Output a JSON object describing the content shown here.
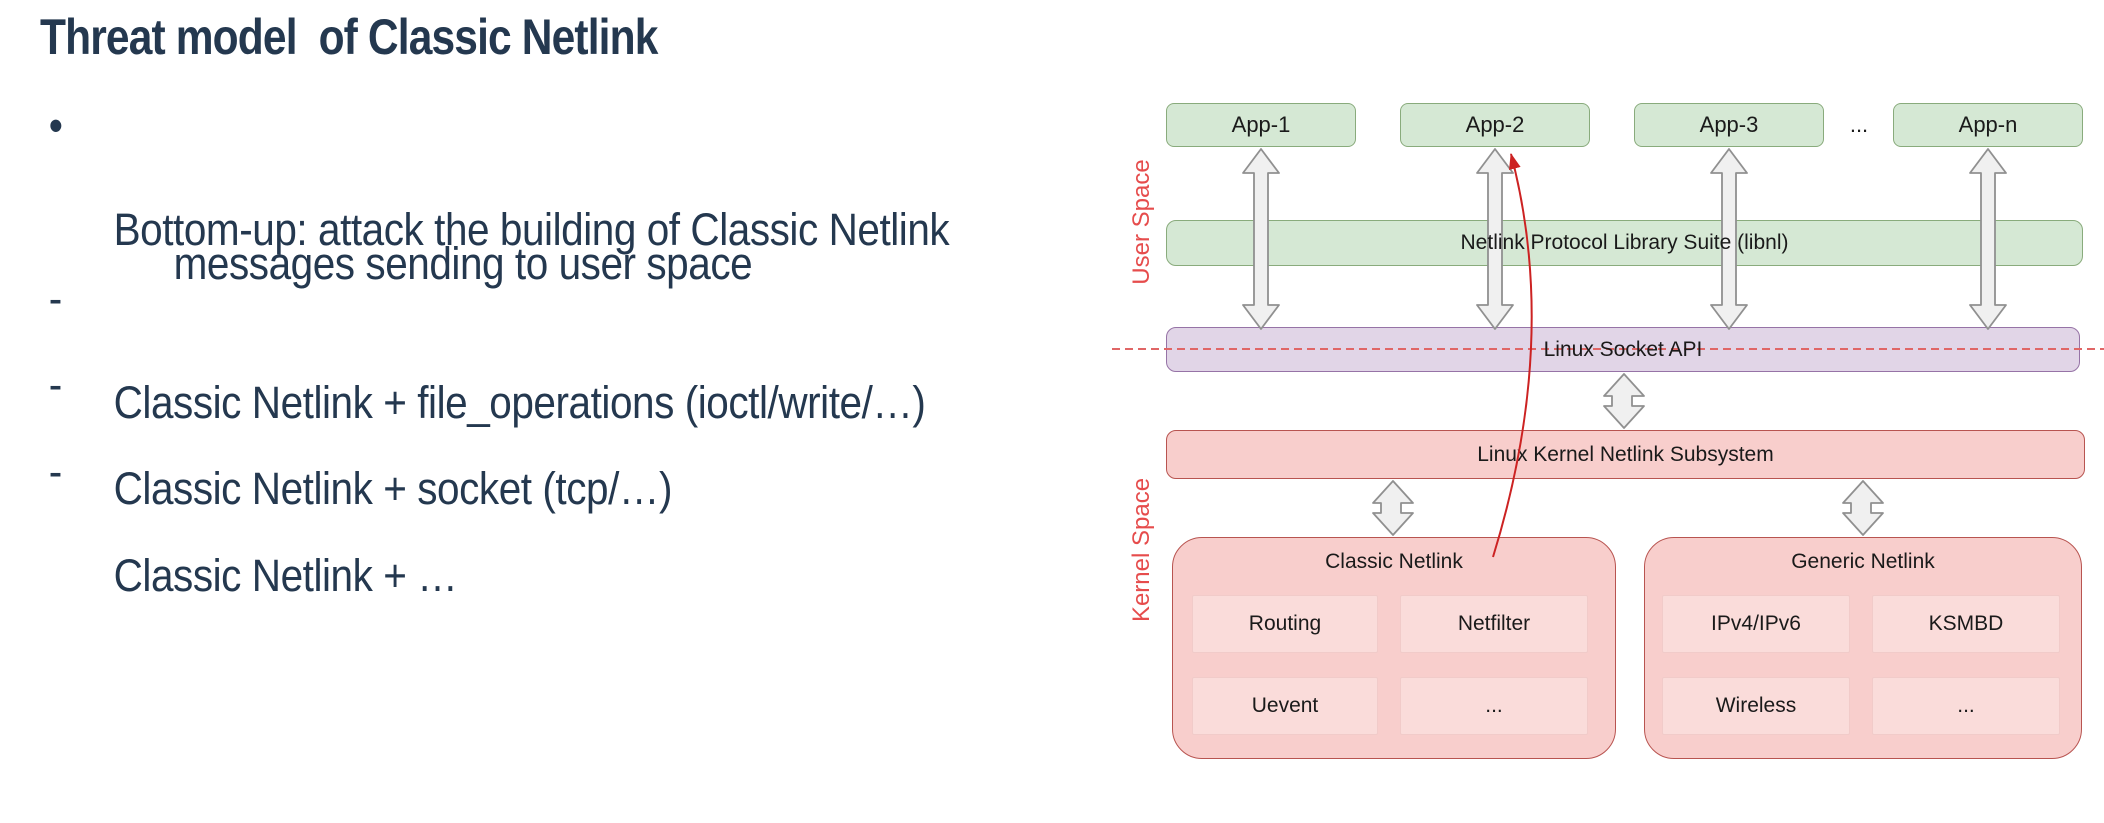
{
  "slide": {
    "title": "Threat model  of Classic Netlink",
    "bullets": [
      {
        "marker": "•",
        "text": "Bottom-up: attack the building of Classic Netlink"
      },
      {
        "marker": "",
        "text": "messages sending to user space"
      },
      {
        "marker": "-",
        "text": "Classic Netlink + file_operations (ioctl/write/…)"
      },
      {
        "marker": "-",
        "text": "Classic Netlink + socket (tcp/…)"
      },
      {
        "marker": "-",
        "text": "Classic Netlink + …"
      }
    ]
  },
  "diagram": {
    "labels": {
      "user_space": "User Space",
      "kernel_space": "Kernel Space"
    },
    "apps": {
      "app1": "App-1",
      "app2": "App-2",
      "app3": "App-3",
      "ellipsis": "...",
      "appn": "App-n"
    },
    "bands": {
      "libnl": "Netlink Protocol Library Suite (libnl)",
      "socket_api": "Linux Socket API",
      "subsystem": "Linux Kernel Netlink Subsystem"
    },
    "classic": {
      "title": "Classic Netlink",
      "item1": "Routing",
      "item2": "Netfilter",
      "item3": "Uevent",
      "item4": "..."
    },
    "generic": {
      "title": "Generic Netlink",
      "item1": "IPv4/IPv6",
      "item2": "KSMBD",
      "item3": "Wireless",
      "item4": "..."
    }
  },
  "colors": {
    "text-dark": "#24384f",
    "diagram-text": "#1a1a1a",
    "green-fill": "#d5e8d4",
    "green-stroke": "#89ab7c",
    "purple-fill": "#e1d5e7",
    "purple-stroke": "#9673a6",
    "pink-fill": "#f8cecc",
    "pink-stroke": "#b85450",
    "pink-inner": "#fadcda",
    "red-label": "#e64c4c",
    "red-arrow": "#cc2222",
    "dash-red": "#e06666",
    "arrow-fill": "#f0f0f0",
    "arrow-stroke": "#909090"
  }
}
